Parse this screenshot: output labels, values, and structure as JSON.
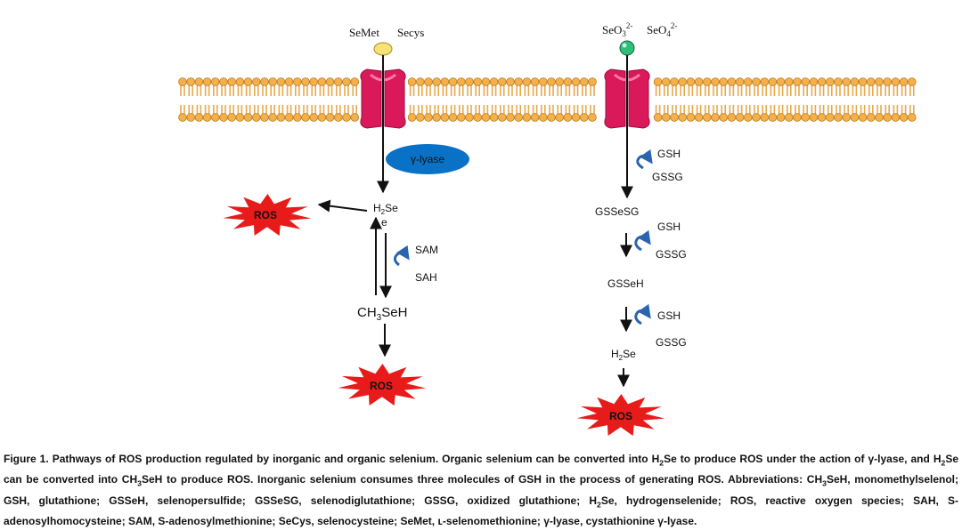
{
  "labels": {
    "organic_left": "SeMet",
    "organic_right": "Secys",
    "inorganic_1": "SeO",
    "inorganic_1_sub": "3",
    "inorganic_1_sup": "2-",
    "inorganic_2": "SeO",
    "inorganic_2_sub": "4",
    "inorganic_2_sup": "2-",
    "enzyme": "γ-lyase",
    "h2se_left_h": "H",
    "h2se_left_sub": "2",
    "h2se_left_se": "Se",
    "h2se_left_e": "e",
    "ros": "ROS",
    "sam": "SAM",
    "sah": "SAH",
    "ch3seh_a": "CH",
    "ch3seh_sub": "3",
    "ch3seh_b": "SeH",
    "gsh": "GSH",
    "gssg": "GSSG",
    "gssesg": "GSSeSG",
    "gsseh": "GSSeH",
    "h2se_right_h": "H",
    "h2se_right_sub": "2",
    "h2se_right_se": "Se"
  },
  "colors": {
    "membrane_head": "#f5b04a",
    "membrane_tail": "#e8a94f",
    "channel": "#d9195a",
    "enzyme": "#0a72c6",
    "ros": "#e81b1b",
    "curl_arrow": "#2a63b0",
    "organic_ball": "#f7e27a",
    "inorganic_ball": "#2fbf7a"
  },
  "caption": {
    "part1": "Figure 1.  Pathways of ROS production regulated by inorganic and organic selenium. Organic selenium can be converted into H",
    "part2": "2",
    "part3": "Se to produce ROS under the action of γ-lyase, and H",
    "part4": "2",
    "part5": "Se can be converted into CH",
    "part6": "3",
    "part7": "SeH to produce ROS. Inorganic selenium consumes three molecules of GSH in the process of generating ROS. Abbreviations: CH",
    "part8": "3",
    "part9": "SeH, monomethylselenol; GSH, glutathione; GSSeH, selenopersulfide; GSSeSG, selenodiglutathione; GSSG, oxidized glutathione; H",
    "part10": "2",
    "part11": "Se, hydrogenselenide; ROS, reactive oxygen species; SAH, S-adenosylhomocysteine; SAM, S-adenosylmethionine; SeCys, selenocysteine; SeMet, ʟ-selenomethionine; γ-lyase, cystathionine γ-lyase."
  }
}
